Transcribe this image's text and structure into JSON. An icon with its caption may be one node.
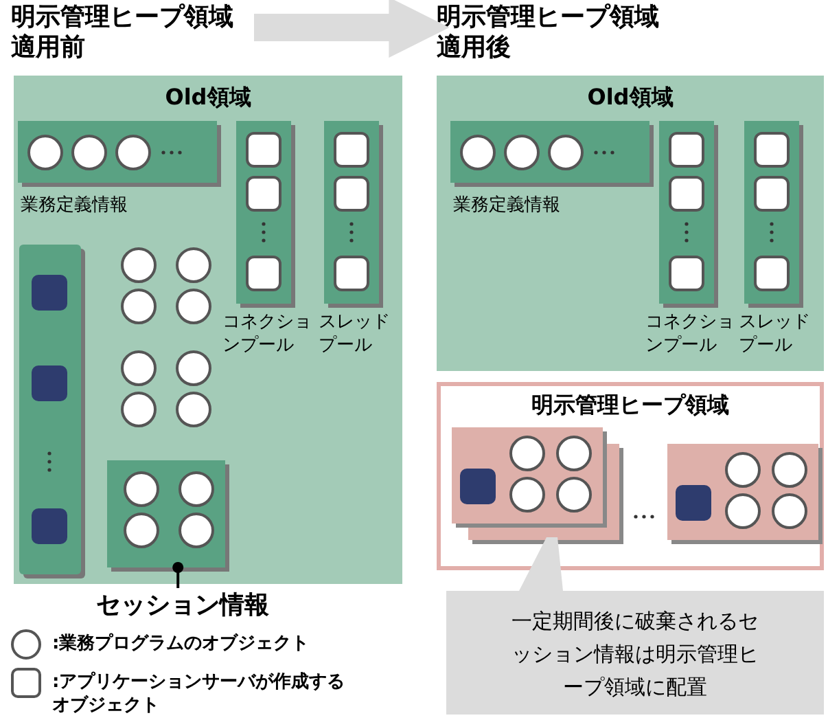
{
  "diagram": {
    "nodes": [
      {
        "text": [
          "明示管理ヒープ領域適用前"
        ]
      },
      {
        "text": [
          "明示管理ヒープ領域適用後"
        ]
      },
      {
        "text": [
          "Old領域"
        ]
      },
      {
        "text": [
          "業務定義情報"
        ],
        "in": 2
      },
      {
        "text": [
          "コネクションプール"
        ],
        "in": 2
      },
      {
        "text": [
          "スレッドプール"
        ],
        "in": 2
      },
      {
        "text": [],
        "shape": "bar",
        "in": 2
      },
      {
        "text": [],
        "shape": "box",
        "in": 2
      },
      {
        "text": [
          "セッション情報"
        ]
      },
      {
        "text": [
          "Old領域"
        ]
      },
      {
        "text": [
          "業務定義情報"
        ],
        "in": 9
      },
      {
        "text": [
          "コネクションプール"
        ],
        "in": 9
      },
      {
        "text": [
          "スレッドプール"
        ],
        "in": 9
      },
      {
        "text": [
          "明示管理ヒープ領域"
        ]
      },
      {
        "text": [],
        "shape": "box",
        "in": 13
      },
      {
        "text": [],
        "shape": "box",
        "in": 13
      },
      {
        "text": [
          "一定期間後に破棄されるセッション情報は明示管理ヒープ領域に配置"
        ]
      }
    ],
    "edges": [
      {
        "from": 0,
        "to": 1,
        "arrow": "to",
        "style": "thick",
        "color": "#dcdcdc"
      },
      {
        "from": 8,
        "to": 7,
        "arrow": "other",
        "color": "#000000"
      },
      {
        "from": 16,
        "to": 14,
        "arrow": "none",
        "color": "#dcdcdc"
      }
    ],
    "legend": [
      {
        "text": ":業務プログラムのオブジェクト"
      },
      {
        "text": ":アプリケーションサーバが作成するオブジェクト"
      }
    ]
  }
}
